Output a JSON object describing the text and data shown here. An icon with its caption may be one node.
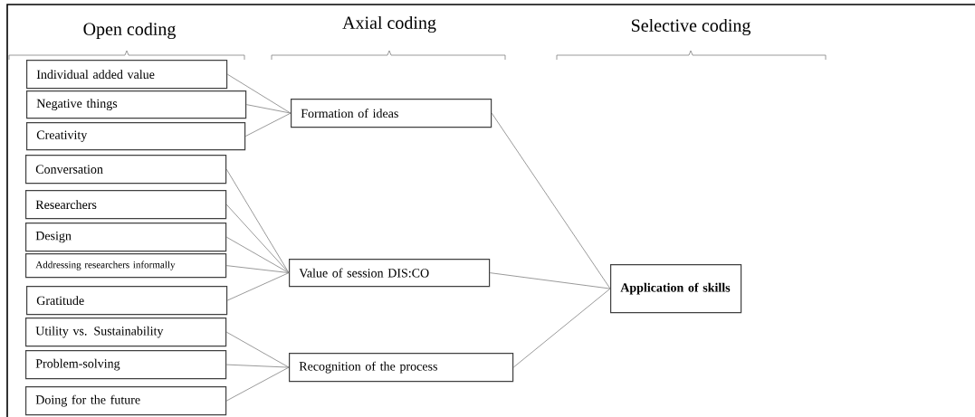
{
  "diagram": {
    "nodes": [
      {
        "text": [
          "Individual added value"
        ]
      },
      {
        "text": [
          "Negative things"
        ]
      },
      {
        "text": [
          "Creativity"
        ]
      },
      {
        "text": [
          "Conversation"
        ]
      },
      {
        "text": [
          "Researchers"
        ]
      },
      {
        "text": [
          "Design"
        ]
      },
      {
        "text": [
          "Addressing researchers informally"
        ]
      },
      {
        "text": [
          "Gratitude"
        ]
      },
      {
        "text": [
          "Utility vs. Sustainability"
        ]
      },
      {
        "text": [
          "Problem-solving"
        ]
      },
      {
        "text": [
          "Doing for the future"
        ]
      },
      {
        "text": [
          "Formation of ideas"
        ]
      },
      {
        "text": [
          "Value of session DIS:CO"
        ]
      },
      {
        "text": [
          "Recognition of the process"
        ]
      },
      {
        "text": [
          "Application of skills"
        ]
      }
    ],
    "edges": [
      {
        "from": 0,
        "to": 11,
        "arrow": "none"
      },
      {
        "from": 1,
        "to": 11,
        "arrow": "none"
      },
      {
        "from": 2,
        "to": 11,
        "arrow": "none"
      },
      {
        "from": 3,
        "to": 12,
        "arrow": "none"
      },
      {
        "from": 4,
        "to": 12,
        "arrow": "none"
      },
      {
        "from": 5,
        "to": 12,
        "arrow": "none"
      },
      {
        "from": 6,
        "to": 12,
        "arrow": "none"
      },
      {
        "from": 7,
        "to": 12,
        "arrow": "none"
      },
      {
        "from": 8,
        "to": 13,
        "arrow": "none"
      },
      {
        "from": 9,
        "to": 13,
        "arrow": "none"
      },
      {
        "from": 10,
        "to": 13,
        "arrow": "none"
      },
      {
        "from": 11,
        "to": 14,
        "arrow": "none"
      },
      {
        "from": 12,
        "to": 14,
        "arrow": "none"
      },
      {
        "from": 13,
        "to": 14,
        "arrow": "none"
      }
    ],
    "labels": [
      "Open coding",
      "Axial coding",
      "Selective coding"
    ]
  }
}
